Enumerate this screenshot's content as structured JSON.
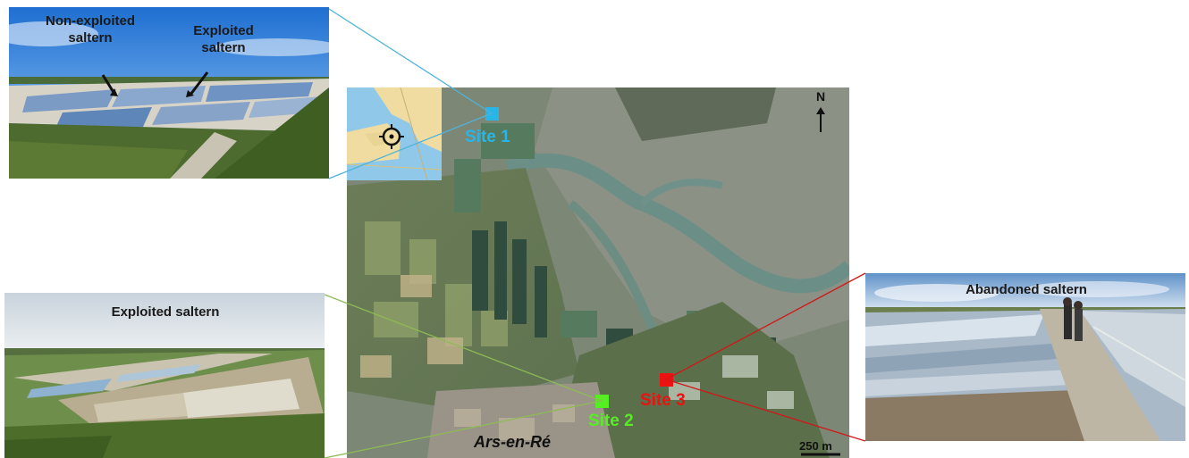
{
  "photos": {
    "site1": {
      "label_nonexploited": "Non-exploited\nsaltern",
      "label_exploited": "Exploited\nsaltern"
    },
    "site2": {
      "label": "Exploited saltern"
    },
    "site3": {
      "label": "Abandoned saltern"
    }
  },
  "map": {
    "north_label": "N",
    "town_label": "Ars-en-Ré",
    "scale_label": "250 m",
    "sites": [
      {
        "label": "Site 1",
        "color": "#29b5e8"
      },
      {
        "label": "Site 2",
        "color": "#55ee22"
      },
      {
        "label": "Site 3",
        "color": "#ee1111"
      }
    ]
  },
  "colors": {
    "site1_line": "#4fb3d9",
    "site2_line": "#8dbb55",
    "site3_line": "#d01818"
  }
}
